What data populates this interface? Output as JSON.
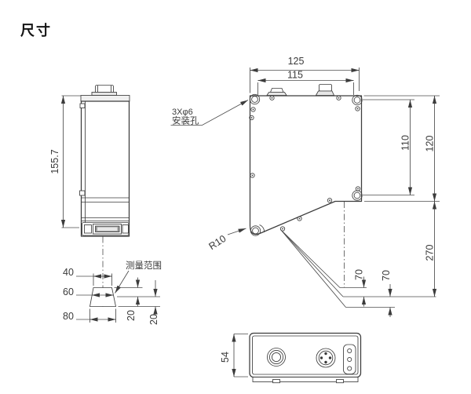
{
  "title": "尺寸",
  "ink_color": "#3c3c3c",
  "side_view": {
    "overall_height": "155.7",
    "beam_width_near": "40",
    "beam_width_mid": "60",
    "beam_width_far": "80",
    "range_above_center": "20",
    "range_below_center": "20",
    "measure_range_label": "测量范围"
  },
  "front_view": {
    "overall_width": "125",
    "mount_hole_spacing_x": "115",
    "mount_hole_spacing_y": "110",
    "overall_height": "120",
    "reference_distance": "270",
    "range_above_center": "70",
    "range_below_center": "70",
    "corner_radius": "R10",
    "mount_note_line1": "3Xφ6",
    "mount_note_line2": "安装孔"
  },
  "bottom_view": {
    "overall_depth": "54"
  }
}
